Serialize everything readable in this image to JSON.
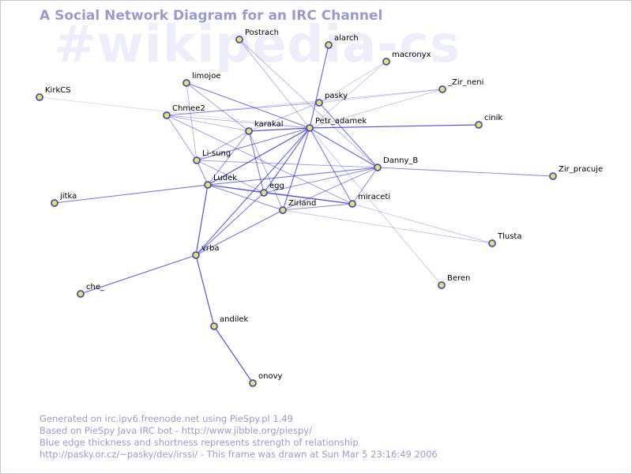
{
  "header": {
    "watermark": "#wikipedia-cs",
    "title": "A Social Network Diagram for an IRC Channel"
  },
  "colors": {
    "edge": "#3a3ae0",
    "node_fill": "#e8e84a",
    "node_stroke": "#4a4ad6",
    "title": "#9a9ad2",
    "watermark": "#eeeefa"
  },
  "nodes": [
    {
      "id": "Postrach",
      "label": "Postrach"
    },
    {
      "id": "alarch",
      "label": "alarch"
    },
    {
      "id": "macronyx",
      "label": "macronyx"
    },
    {
      "id": "limojoe",
      "label": "limojoe"
    },
    {
      "id": "_Zir_neni",
      "label": "_Zir_neni"
    },
    {
      "id": "KirkCS",
      "label": "KirkCS"
    },
    {
      "id": "pasky",
      "label": "pasky"
    },
    {
      "id": "Chmee2",
      "label": "Chmee2"
    },
    {
      "id": "cinik",
      "label": "cinik"
    },
    {
      "id": "karakal",
      "label": "karakal"
    },
    {
      "id": "Petr_adamek",
      "label": "Petr_adamek"
    },
    {
      "id": "Li-sung",
      "label": "Li-sung"
    },
    {
      "id": "Danny_B",
      "label": "Danny_B"
    },
    {
      "id": "Zir_pracuje",
      "label": "Zir_pracuje"
    },
    {
      "id": "Ludek",
      "label": "Ludek"
    },
    {
      "id": "egg",
      "label": "egg"
    },
    {
      "id": "jitka",
      "label": "jitka"
    },
    {
      "id": "miraceti",
      "label": "miraceti"
    },
    {
      "id": "Zirland",
      "label": "Zirland"
    },
    {
      "id": "Tlusta",
      "label": "Tlusta"
    },
    {
      "id": "vrba",
      "label": "vrba"
    },
    {
      "id": "Beren",
      "label": "Beren"
    },
    {
      "id": "che_",
      "label": "che_"
    },
    {
      "id": "andilek",
      "label": "andilek"
    },
    {
      "id": "onovy",
      "label": "onovy"
    }
  ],
  "edges": [
    {
      "source": "Petr_adamek",
      "target": "karakal",
      "strength": 0.9
    },
    {
      "source": "Petr_adamek",
      "target": "Ludek",
      "strength": 0.9
    },
    {
      "source": "Petr_adamek",
      "target": "egg",
      "strength": 0.8
    },
    {
      "source": "Petr_adamek",
      "target": "Zirland",
      "strength": 0.8
    },
    {
      "source": "Petr_adamek",
      "target": "Danny_B",
      "strength": 0.8
    },
    {
      "source": "Petr_adamek",
      "target": "miraceti",
      "strength": 0.7
    },
    {
      "source": "Petr_adamek",
      "target": "cinik",
      "strength": 0.9
    },
    {
      "source": "Petr_adamek",
      "target": "alarch",
      "strength": 0.8
    },
    {
      "source": "Petr_adamek",
      "target": "Postrach",
      "strength": 0.4
    },
    {
      "source": "Petr_adamek",
      "target": "macronyx",
      "strength": 0.3
    },
    {
      "source": "Petr_adamek",
      "target": "_Zir_neni",
      "strength": 0.3
    },
    {
      "source": "Petr_adamek",
      "target": "limojoe",
      "strength": 0.7
    },
    {
      "source": "Petr_adamek",
      "target": "Li-sung",
      "strength": 0.7
    },
    {
      "source": "Petr_adamek",
      "target": "Chmee2",
      "strength": 0.4
    },
    {
      "source": "Petr_adamek",
      "target": "KirkCS",
      "strength": 0.2
    },
    {
      "source": "Petr_adamek",
      "target": "vrba",
      "strength": 0.8
    },
    {
      "source": "Petr_adamek",
      "target": "Beren",
      "strength": 0.3
    },
    {
      "source": "pasky",
      "target": "Chmee2",
      "strength": 0.5
    },
    {
      "source": "pasky",
      "target": "Danny_B",
      "strength": 0.7
    },
    {
      "source": "pasky",
      "target": "_Zir_neni",
      "strength": 0.3
    },
    {
      "source": "pasky",
      "target": "macronyx",
      "strength": 0.3
    },
    {
      "source": "pasky",
      "target": "karakal",
      "strength": 0.4
    },
    {
      "source": "Danny_B",
      "target": "Ludek",
      "strength": 0.7
    },
    {
      "source": "Danny_B",
      "target": "Zir_pracuje",
      "strength": 0.6
    },
    {
      "source": "Danny_B",
      "target": "Zirland",
      "strength": 0.6
    },
    {
      "source": "Danny_B",
      "target": "egg",
      "strength": 0.6
    },
    {
      "source": "Danny_B",
      "target": "miraceti",
      "strength": 0.6
    },
    {
      "source": "Danny_B",
      "target": "Li-sung",
      "strength": 0.5
    },
    {
      "source": "Danny_B",
      "target": "Postrach",
      "strength": 0.4
    },
    {
      "source": "Ludek",
      "target": "jitka",
      "strength": 0.7
    },
    {
      "source": "Ludek",
      "target": "vrba",
      "strength": 0.9
    },
    {
      "source": "Ludek",
      "target": "egg",
      "strength": 0.7
    },
    {
      "source": "Ludek",
      "target": "miraceti",
      "strength": 0.8
    },
    {
      "source": "Ludek",
      "target": "Zirland",
      "strength": 0.6
    },
    {
      "source": "Ludek",
      "target": "karakal",
      "strength": 0.6
    },
    {
      "source": "egg",
      "target": "miraceti",
      "strength": 0.7
    },
    {
      "source": "egg",
      "target": "vrba",
      "strength": 0.7
    },
    {
      "source": "egg",
      "target": "karakal",
      "strength": 0.7
    },
    {
      "source": "egg",
      "target": "Li-sung",
      "strength": 0.5
    },
    {
      "source": "Zirland",
      "target": "vrba",
      "strength": 0.7
    },
    {
      "source": "Zirland",
      "target": "karakal",
      "strength": 0.5
    },
    {
      "source": "miraceti",
      "target": "Chmee2",
      "strength": 0.5
    },
    {
      "source": "miraceti",
      "target": "Tlusta",
      "strength": 0.3
    },
    {
      "source": "miraceti",
      "target": "Zirland",
      "strength": 0.6
    },
    {
      "source": "karakal",
      "target": "Li-sung",
      "strength": 0.5
    },
    {
      "source": "karakal",
      "target": "limojoe",
      "strength": 0.5
    },
    {
      "source": "Chmee2",
      "target": "Li-sung",
      "strength": 0.5
    },
    {
      "source": "Chmee2",
      "target": "karakal",
      "strength": 0.4
    },
    {
      "source": "limojoe",
      "target": "Li-sung",
      "strength": 0.4
    },
    {
      "source": "Li-sung",
      "target": "Ludek",
      "strength": 0.6
    },
    {
      "source": "Chmee2",
      "target": "_Zir_neni",
      "strength": 0.3
    },
    {
      "source": "vrba",
      "target": "che_",
      "strength": 0.8
    },
    {
      "source": "vrba",
      "target": "andilek",
      "strength": 0.9
    },
    {
      "source": "andilek",
      "target": "onovy",
      "strength": 0.9
    },
    {
      "source": "Zirland",
      "target": "Tlusta",
      "strength": 0.3
    }
  ],
  "footer": {
    "line1": "Generated on irc.ipv6.freenode.net using PieSpy.pl 1.49",
    "line2": "Based on PieSpy Java IRC bot - http://www.jibble.org/piespy/",
    "line3": "Blue edge thickness and shortness represents strength of relationship",
    "line4": "http://pasky.or.cz/~pasky/dev/irssi/ - This frame was drawn at Sun Mar  5 23:16:49 2006"
  }
}
